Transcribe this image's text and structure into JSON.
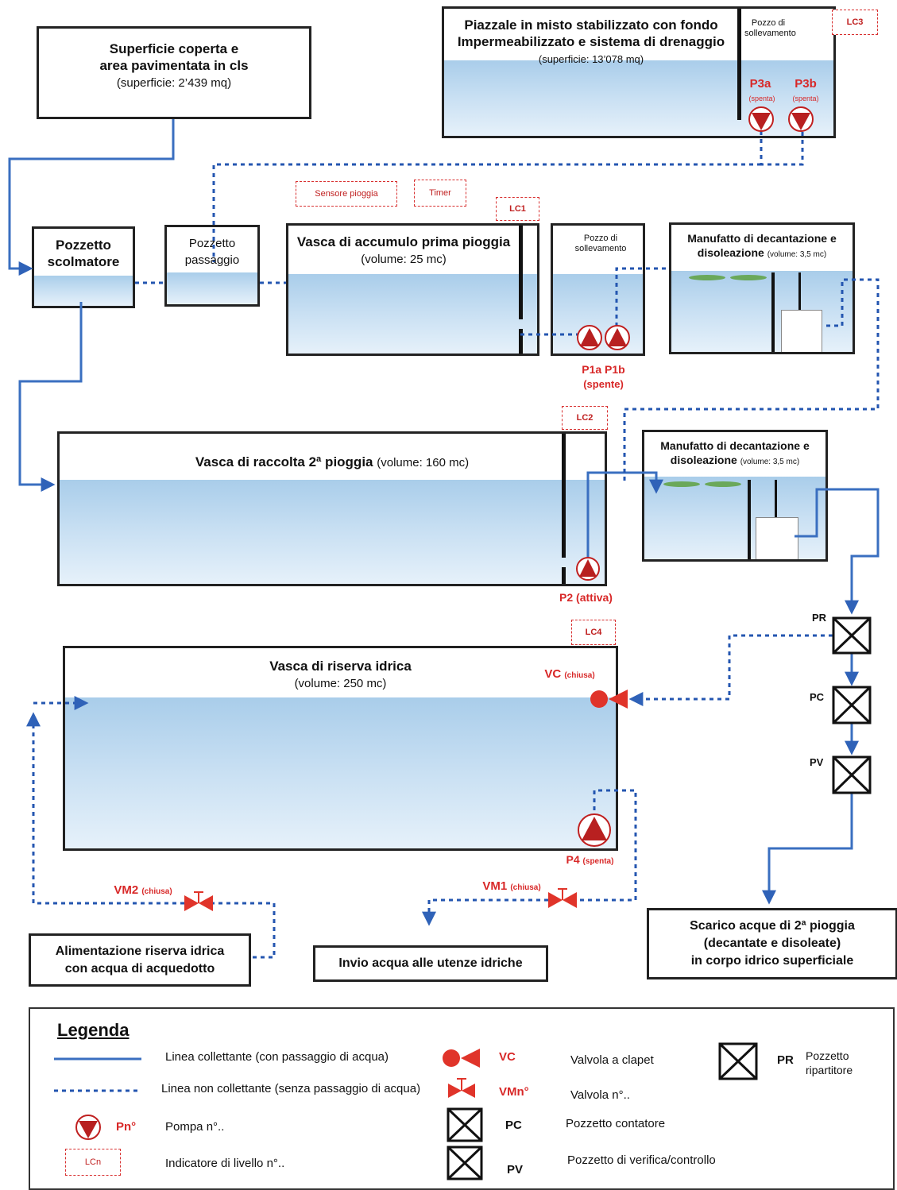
{
  "boxes": {
    "superficie": {
      "title": "Superficie coperta e",
      "title2": "area pavimentata in cls",
      "sub": "(superficie: 2’439 mq)"
    },
    "piazzale": {
      "title": "Piazzale in misto stabilizzato  con fondo",
      "title2": "Impermeabilizzato e sistema di drenaggio",
      "sub": "(superficie: 13’078 mq)",
      "pozzo": "Pozzo di sollevamento"
    },
    "scolmatore": {
      "title": "Pozzetto",
      "title2": "scolmatore"
    },
    "passaggio": {
      "title": "Pozzetto",
      "title2": "passaggio"
    },
    "prima_pioggia": {
      "title": "Vasca di accumulo prima pioggia",
      "sub": "(volume: 25 mc)"
    },
    "pozzo_sollevamento": {
      "title": "Pozzo di sollevamento"
    },
    "manufatto1": {
      "title": "Manufatto di decantazione e",
      "title2": "disoleazione",
      "sub": "(volume: 3,5 mc)"
    },
    "seconda_pioggia": {
      "title": "Vasca di raccolta 2ª pioggia",
      "sub": "(volume: 160 mc)"
    },
    "manufatto2": {
      "title": "Manufatto di decantazione e",
      "title2": "disoleazione",
      "sub": "(volume: 3,5 mc)"
    },
    "riserva": {
      "title": "Vasca di riserva idrica",
      "sub": "(volume: 250 mc)"
    }
  },
  "controls": {
    "sensore": "Sensore pioggia",
    "timer": "Timer"
  },
  "levels": [
    "LC1",
    "LC2",
    "LC3",
    "LC4"
  ],
  "pumps": {
    "p3a": "P3a",
    "p3b": "P3b",
    "p3_state": "(spenta)",
    "p1": "P1a  P1b",
    "p1_state": "(spente)",
    "p2": "P2 (attiva)",
    "p4": "P4",
    "p4_state": "(spenta)"
  },
  "valves": {
    "vc": "VC",
    "vc_state": "(chiusa)",
    "vm1": "VM1",
    "vm1_state": "(chiusa)",
    "vm2": "VM2",
    "vm2_state": "(chiusa)"
  },
  "pozzetti": [
    "PR",
    "PC",
    "PV"
  ],
  "outputs": {
    "alimentazione": [
      "Alimentazione riserva idrica",
      "con acqua di acquedotto"
    ],
    "invio": "Invio acqua alle utenze idriche",
    "scarico": [
      "Scarico acque di 2ª pioggia",
      "(decantate e disoleate)",
      "in corpo idrico superficiale"
    ]
  },
  "legend": {
    "title": "Legenda",
    "line_solid": "Linea collettante (con passaggio di acqua)",
    "line_dashed": "Linea non collettante (senza passaggio di acqua)",
    "pump_code": "Pn°",
    "pump": "Pompa n°..",
    "level_code": "LCn",
    "level": "Indicatore di livello n°..",
    "vc_code": "VC",
    "vc": "Valvola a clapet",
    "vm_code": "VMn°",
    "vm": "Valvola n°..",
    "pc_code": "PC",
    "pc": "Pozzetto contatore",
    "pv_code": "PV",
    "pv": "Pozzetto di verifica/controllo",
    "pr_code": "PR",
    "pr1": "Pozzetto",
    "pr2": "ripartitore"
  },
  "colors": {
    "solid_line": "#3a6fc0",
    "dashed_line": "#2456b0",
    "pump": "#c02020",
    "water": "#bcd7ef"
  }
}
